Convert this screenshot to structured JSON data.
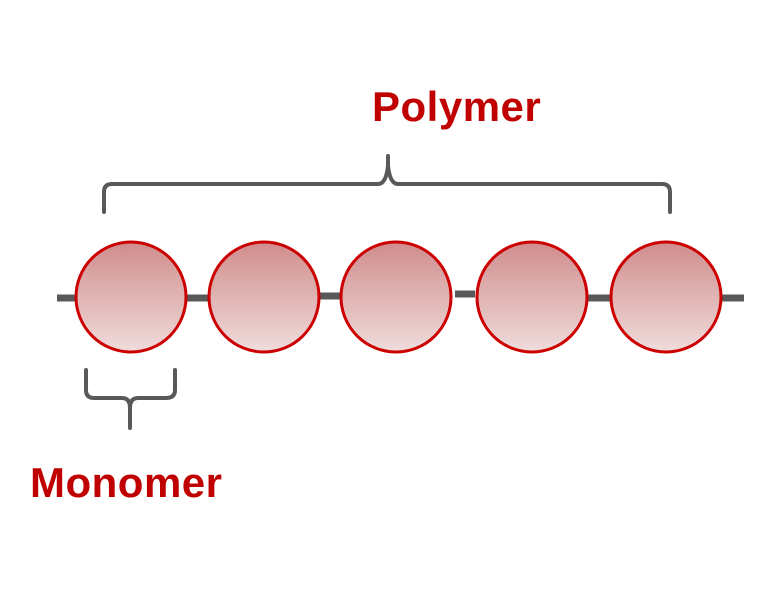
{
  "diagram": {
    "title": "Polymer vs Monomer",
    "labels": {
      "polymer": "Polymer",
      "monomer": "Monomer"
    },
    "monomer_count": 5,
    "colors": {
      "label_text": "#c00000",
      "circle_stroke": "#cc0000",
      "circle_fill_top": "#d08c8c",
      "circle_fill_bottom": "#f0dcdc",
      "bond_and_bracket": "#595959",
      "background": "#ffffff"
    }
  }
}
